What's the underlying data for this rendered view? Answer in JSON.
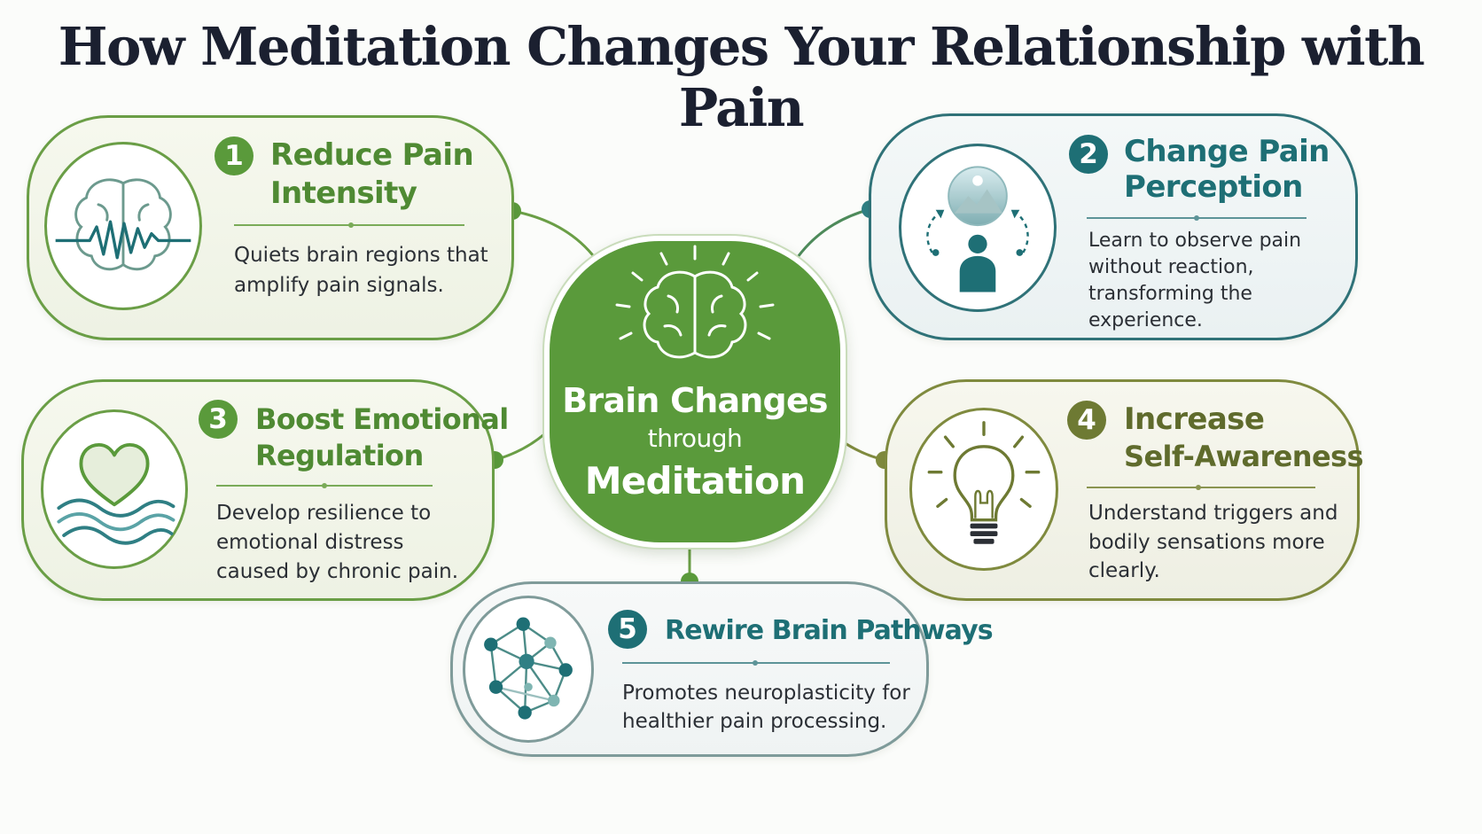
{
  "title": "How Meditation Changes Your Relationship with Pain",
  "center": {
    "line1": "Brain Changes",
    "line2": "through",
    "line3": "Meditation",
    "icon": "radiant-brain-icon"
  },
  "colors": {
    "green": "#5a9a3b",
    "teal": "#1e6f75",
    "olive": "#6e7a33",
    "text": "#2b2f35"
  },
  "cards": [
    {
      "number": "1",
      "heading_line1": "Reduce Pain",
      "heading_line2": "Intensity",
      "description_line1": "Quiets brain regions that",
      "description_line2": "amplify pain signals.",
      "icon": "brain-wave-icon"
    },
    {
      "number": "2",
      "heading_line1": "Change Pain",
      "heading_line2": "Perception",
      "description_line1": "Learn to observe pain",
      "description_line2": "without reaction,",
      "description_line3": "transforming the",
      "description_line4": "experience.",
      "icon": "person-observing-icon"
    },
    {
      "number": "3",
      "heading_line1": "Boost Emotional",
      "heading_line2": "Regulation",
      "description_line1": "Develop resilience to",
      "description_line2": "emotional distress",
      "description_line3": "caused by chronic pain.",
      "icon": "heart-waves-icon"
    },
    {
      "number": "4",
      "heading_line1": "Increase",
      "heading_line2": "Self-Awareness",
      "description_line1": "Understand triggers and",
      "description_line2": "bodily sensations more",
      "description_line3": "clearly.",
      "icon": "lightbulb-icon"
    },
    {
      "number": "5",
      "heading_line1": "Rewire Brain Pathways",
      "description_line1": "Promotes neuroplasticity for",
      "description_line2": "healthier pain processing.",
      "icon": "neural-network-icon"
    }
  ]
}
